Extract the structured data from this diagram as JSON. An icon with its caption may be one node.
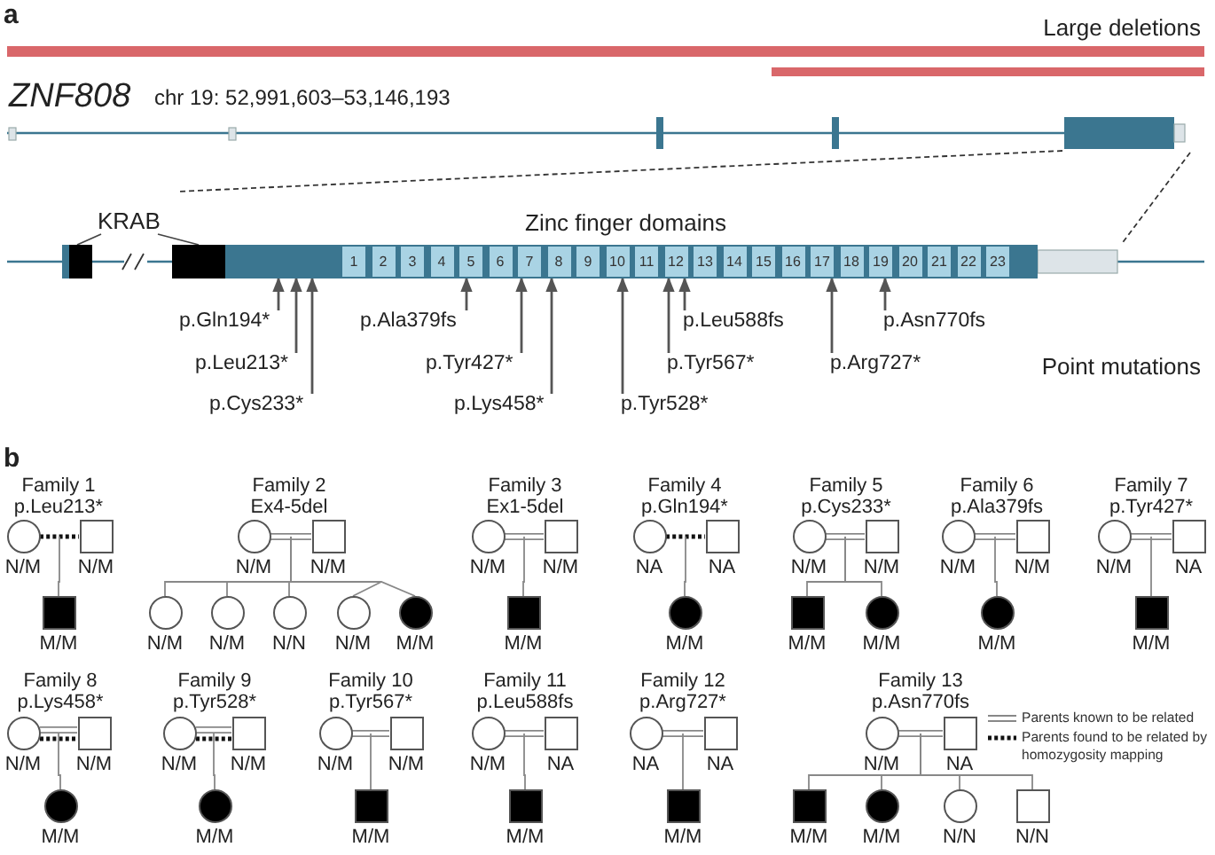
{
  "diagram": {
    "nodes": [
      {
        "text": [
          "KRAB"
        ]
      },
      {
        "text": [],
        "shape": "box"
      },
      {
        "text": [],
        "shape": "bar"
      },
      {
        "text": [],
        "shape": "box",
        "in": 2
      },
      {
        "text": [
          "1"
        ],
        "in": 2
      },
      {
        "text": [
          "2"
        ],
        "in": 2
      },
      {
        "text": [
          "3"
        ],
        "in": 2
      },
      {
        "text": [
          "4"
        ],
        "in": 2
      },
      {
        "text": [
          "5"
        ],
        "in": 2
      },
      {
        "text": [
          "6"
        ],
        "in": 2
      },
      {
        "text": [
          "7"
        ],
        "in": 2
      },
      {
        "text": [
          "8"
        ],
        "in": 2
      },
      {
        "text": [
          "9"
        ],
        "in": 2
      },
      {
        "text": [
          "10"
        ],
        "in": 2
      },
      {
        "text": [
          "11"
        ],
        "in": 2
      },
      {
        "text": [
          "12"
        ],
        "in": 2
      },
      {
        "text": [
          "13"
        ],
        "in": 2
      },
      {
        "text": [
          "14"
        ],
        "in": 2
      },
      {
        "text": [
          "15"
        ],
        "in": 2
      },
      {
        "text": [
          "16"
        ],
        "in": 2
      },
      {
        "text": [
          "17"
        ],
        "in": 2
      },
      {
        "text": [
          "18"
        ],
        "in": 2
      },
      {
        "text": [
          "19"
        ],
        "in": 2
      },
      {
        "text": [
          "20"
        ],
        "in": 2
      },
      {
        "text": [
          "21"
        ],
        "in": 2
      },
      {
        "text": [
          "22"
        ],
        "in": 2
      },
      {
        "text": [
          "23"
        ],
        "in": 2
      },
      {
        "text": [
          "p.Gln194*"
        ]
      },
      {
        "text": [
          "p.Leu213*"
        ]
      },
      {
        "text": [
          "p.Cys233*"
        ]
      },
      {
        "text": [
          "p.Ala379fs"
        ]
      },
      {
        "text": [
          "p.Tyr427*"
        ]
      },
      {
        "text": [
          "p.Lys458*"
        ]
      },
      {
        "text": [
          "p.Tyr528*"
        ]
      },
      {
        "text": [
          "p.Tyr567*"
        ]
      },
      {
        "text": [
          "p.Leu588fs"
        ]
      },
      {
        "text": [
          "p.Arg727*"
        ]
      },
      {
        "text": [
          "p.Asn770fs"
        ]
      },
      {
        "text": [],
        "shape": "circle",
        "beside": [
          "N/M"
        ]
      },
      {
        "text": [],
        "shape": "box",
        "beside": [
          "N/M"
        ]
      },
      {
        "text": [],
        "shape": "block",
        "beside": [
          "M/M"
        ]
      },
      {
        "text": [],
        "shape": "circle",
        "beside": [
          "N/M"
        ]
      },
      {
        "text": [],
        "shape": "box",
        "beside": [
          "N/M"
        ]
      },
      {
        "text": [],
        "shape": "circle",
        "beside": [
          "N/M"
        ]
      },
      {
        "text": [],
        "shape": "circle",
        "beside": [
          "N/M"
        ]
      },
      {
        "text": [],
        "shape": "circle",
        "beside": [
          "N/N"
        ]
      },
      {
        "text": [],
        "shape": "circle",
        "beside": [
          "N/M"
        ]
      },
      {
        "text": [],
        "shape": "disc",
        "beside": [
          "M/M"
        ]
      },
      {
        "text": [],
        "shape": "circle",
        "beside": [
          "N/M"
        ]
      },
      {
        "text": [],
        "shape": "box",
        "beside": [
          "N/M"
        ]
      },
      {
        "text": [],
        "shape": "block",
        "beside": [
          "M/M"
        ]
      },
      {
        "text": [],
        "shape": "circle",
        "beside": [
          "NA"
        ]
      },
      {
        "text": [],
        "shape": "box",
        "beside": [
          "NA"
        ]
      },
      {
        "text": [],
        "shape": "disc",
        "beside": [
          "M/M"
        ]
      },
      {
        "text": [],
        "shape": "circle",
        "beside": [
          "N/M"
        ]
      },
      {
        "text": [],
        "shape": "box",
        "beside": [
          "N/M"
        ]
      },
      {
        "text": [],
        "shape": "block",
        "beside": [
          "M/M"
        ]
      },
      {
        "text": [],
        "shape": "disc",
        "beside": [
          "M/M"
        ]
      },
      {
        "text": [],
        "shape": "circle",
        "beside": [
          "N/M"
        ]
      },
      {
        "text": [],
        "shape": "box",
        "beside": [
          "N/M"
        ]
      },
      {
        "text": [],
        "shape": "disc",
        "beside": [
          "M/M"
        ]
      },
      {
        "text": [],
        "shape": "circle",
        "beside": [
          "N/M"
        ]
      },
      {
        "text": [],
        "shape": "box",
        "beside": [
          "NA"
        ]
      },
      {
        "text": [],
        "shape": "block",
        "beside": [
          "M/M"
        ]
      },
      {
        "text": [],
        "shape": "circle",
        "beside": [
          "N/M"
        ]
      },
      {
        "text": [],
        "shape": "box",
        "beside": [
          "N/M"
        ]
      },
      {
        "text": [],
        "shape": "disc",
        "beside": [
          "M/M"
        ]
      },
      {
        "text": [],
        "shape": "circle",
        "beside": [
          "N/M"
        ]
      },
      {
        "text": [],
        "shape": "box",
        "beside": [
          "N/M"
        ]
      },
      {
        "text": [],
        "shape": "disc",
        "beside": [
          "M/M"
        ]
      },
      {
        "text": [],
        "shape": "circle",
        "beside": [
          "N/M"
        ]
      },
      {
        "text": [],
        "shape": "box",
        "beside": [
          "N/M"
        ]
      },
      {
        "text": [],
        "shape": "block",
        "beside": [
          "M/M"
        ]
      },
      {
        "text": [],
        "shape": "circle",
        "beside": [
          "N/M"
        ]
      },
      {
        "text": [],
        "shape": "box",
        "beside": [
          "NA"
        ]
      },
      {
        "text": [],
        "shape": "block",
        "beside": [
          "M/M"
        ]
      },
      {
        "text": [],
        "shape": "circle",
        "beside": [
          "NA"
        ]
      },
      {
        "text": [],
        "shape": "box",
        "beside": [
          "NA"
        ]
      },
      {
        "text": [],
        "shape": "block",
        "beside": [
          "M/M"
        ]
      },
      {
        "text": [],
        "shape": "circle",
        "beside": [
          "N/M"
        ]
      },
      {
        "text": [],
        "shape": "box",
        "beside": [
          "NA"
        ]
      },
      {
        "text": [],
        "shape": "block",
        "beside": [
          "M/M"
        ]
      },
      {
        "text": [],
        "shape": "disc",
        "beside": [
          "M/M"
        ]
      },
      {
        "text": [],
        "shape": "circle",
        "beside": [
          "N/N"
        ]
      },
      {
        "text": [],
        "shape": "box",
        "beside": [
          "N/N"
        ]
      }
    ],
    "edges": [
      {
        "from": 0,
        "to": 1,
        "arrow": "none"
      },
      {
        "from": 0,
        "to": 3,
        "arrow": "none"
      },
      {
        "from": 27,
        "to": 2,
        "arrow": "to"
      },
      {
        "from": 28,
        "to": 2,
        "arrow": "to"
      },
      {
        "from": 29,
        "to": 2,
        "arrow": "to"
      },
      {
        "from": 30,
        "to": 2,
        "arrow": "to"
      },
      {
        "from": 31,
        "to": 2,
        "arrow": "to"
      },
      {
        "from": 32,
        "to": 2,
        "arrow": "to"
      },
      {
        "from": 33,
        "to": 2,
        "arrow": "to"
      },
      {
        "from": 34,
        "to": 2,
        "arrow": "to"
      },
      {
        "from": 35,
        "to": 2,
        "arrow": "to"
      },
      {
        "from": 36,
        "to": 2,
        "arrow": "to"
      },
      {
        "from": 37,
        "to": 2,
        "arrow": "to"
      },
      {
        "from": 38,
        "to": 39,
        "arrow": "none",
        "style": "dashed",
        "color": "#111111"
      },
      {
        "from": 38,
        "to": 40,
        "arrow": "none"
      },
      {
        "from": 39,
        "to": 40,
        "arrow": "none"
      },
      {
        "from": 41,
        "to": 42,
        "arrow": "none"
      },
      {
        "from": 41,
        "to": 43,
        "arrow": "none"
      },
      {
        "from": 42,
        "to": 43,
        "arrow": "none"
      },
      {
        "from": 41,
        "to": 44,
        "arrow": "none"
      },
      {
        "from": 42,
        "to": 44,
        "arrow": "none"
      },
      {
        "from": 41,
        "to": 45,
        "arrow": "none"
      },
      {
        "from": 42,
        "to": 45,
        "arrow": "none"
      },
      {
        "from": 41,
        "to": 46,
        "arrow": "none"
      },
      {
        "from": 42,
        "to": 46,
        "arrow": "none"
      },
      {
        "from": 41,
        "to": 47,
        "arrow": "none"
      },
      {
        "from": 42,
        "to": 47,
        "arrow": "none"
      },
      {
        "from": 48,
        "to": 49,
        "arrow": "none"
      },
      {
        "from": 48,
        "to": 50,
        "arrow": "none"
      },
      {
        "from": 49,
        "to": 50,
        "arrow": "none"
      },
      {
        "from": 51,
        "to": 52,
        "arrow": "none",
        "style": "dashed",
        "color": "#111111"
      },
      {
        "from": 51,
        "to": 53,
        "arrow": "none"
      },
      {
        "from": 52,
        "to": 53,
        "arrow": "none"
      },
      {
        "from": 54,
        "to": 55,
        "arrow": "none"
      },
      {
        "from": 54,
        "to": 56,
        "arrow": "none"
      },
      {
        "from": 55,
        "to": 56,
        "arrow": "none"
      },
      {
        "from": 54,
        "to": 57,
        "arrow": "none"
      },
      {
        "from": 55,
        "to": 57,
        "arrow": "none"
      },
      {
        "from": 58,
        "to": 59,
        "arrow": "none"
      },
      {
        "from": 58,
        "to": 60,
        "arrow": "none"
      },
      {
        "from": 59,
        "to": 60,
        "arrow": "none"
      },
      {
        "from": 61,
        "to": 62,
        "arrow": "none"
      },
      {
        "from": 61,
        "to": 63,
        "arrow": "none"
      },
      {
        "from": 62,
        "to": 63,
        "arrow": "none"
      },
      {
        "from": 64,
        "to": 65,
        "arrow": "none"
      },
      {
        "from": 64,
        "to": 65,
        "arrow": "none",
        "style": "dashed",
        "color": "#111111"
      },
      {
        "from": 64,
        "to": 66,
        "arrow": "none"
      },
      {
        "from": 65,
        "to": 66,
        "arrow": "none"
      },
      {
        "from": 67,
        "to": 68,
        "arrow": "none"
      },
      {
        "from": 67,
        "to": 68,
        "arrow": "none",
        "style": "dashed",
        "color": "#111111"
      },
      {
        "from": 67,
        "to": 69,
        "arrow": "none"
      },
      {
        "from": 68,
        "to": 69,
        "arrow": "none"
      },
      {
        "from": 70,
        "to": 71,
        "arrow": "none"
      },
      {
        "from": 70,
        "to": 72,
        "arrow": "none"
      },
      {
        "from": 71,
        "to": 72,
        "arrow": "none"
      },
      {
        "from": 73,
        "to": 74,
        "arrow": "none"
      },
      {
        "from": 73,
        "to": 75,
        "arrow": "none"
      },
      {
        "from": 74,
        "to": 75,
        "arrow": "none"
      },
      {
        "from": 76,
        "to": 77,
        "arrow": "none"
      },
      {
        "from": 76,
        "to": 78,
        "arrow": "none"
      },
      {
        "from": 77,
        "to": 78,
        "arrow": "none"
      },
      {
        "from": 79,
        "to": 80,
        "arrow": "none"
      },
      {
        "from": 79,
        "to": 81,
        "arrow": "none"
      },
      {
        "from": 80,
        "to": 81,
        "arrow": "none"
      },
      {
        "from": 79,
        "to": 82,
        "arrow": "none"
      },
      {
        "from": 80,
        "to": 82,
        "arrow": "none"
      },
      {
        "from": 79,
        "to": 83,
        "arrow": "none"
      },
      {
        "from": 80,
        "to": 83,
        "arrow": "none"
      },
      {
        "from": 79,
        "to": 84,
        "arrow": "none"
      },
      {
        "from": 80,
        "to": 84,
        "arrow": "none"
      }
    ],
    "labels": [
      "a",
      "Large deletions",
      "ZNF808",
      "chr 19: 52,991,603–53,146,193",
      "Zinc finger domains",
      "Point mutations",
      "b",
      "Family 1",
      "p.Leu213*",
      "Family 2",
      "Ex4-5del",
      "Family 3",
      "Ex1-5del",
      "Family 4",
      "p.Gln194*",
      "Family 5",
      "p.Cys233*",
      "Family 6",
      "p.Ala379fs",
      "Family 7",
      "p.Tyr427*",
      "Family 8",
      "p.Lys458*",
      "Family 9",
      "p.Tyr528*",
      "Family 10",
      "p.Tyr567*",
      "Family 11",
      "p.Leu588fs",
      "Family 12",
      "p.Arg727*",
      "Family 13",
      "p.Asn770fs"
    ],
    "legend": [
      {
        "text": "Parents known to be related"
      },
      {
        "text": "Parents found to be related by homozygosity mapping"
      }
    ]
  }
}
